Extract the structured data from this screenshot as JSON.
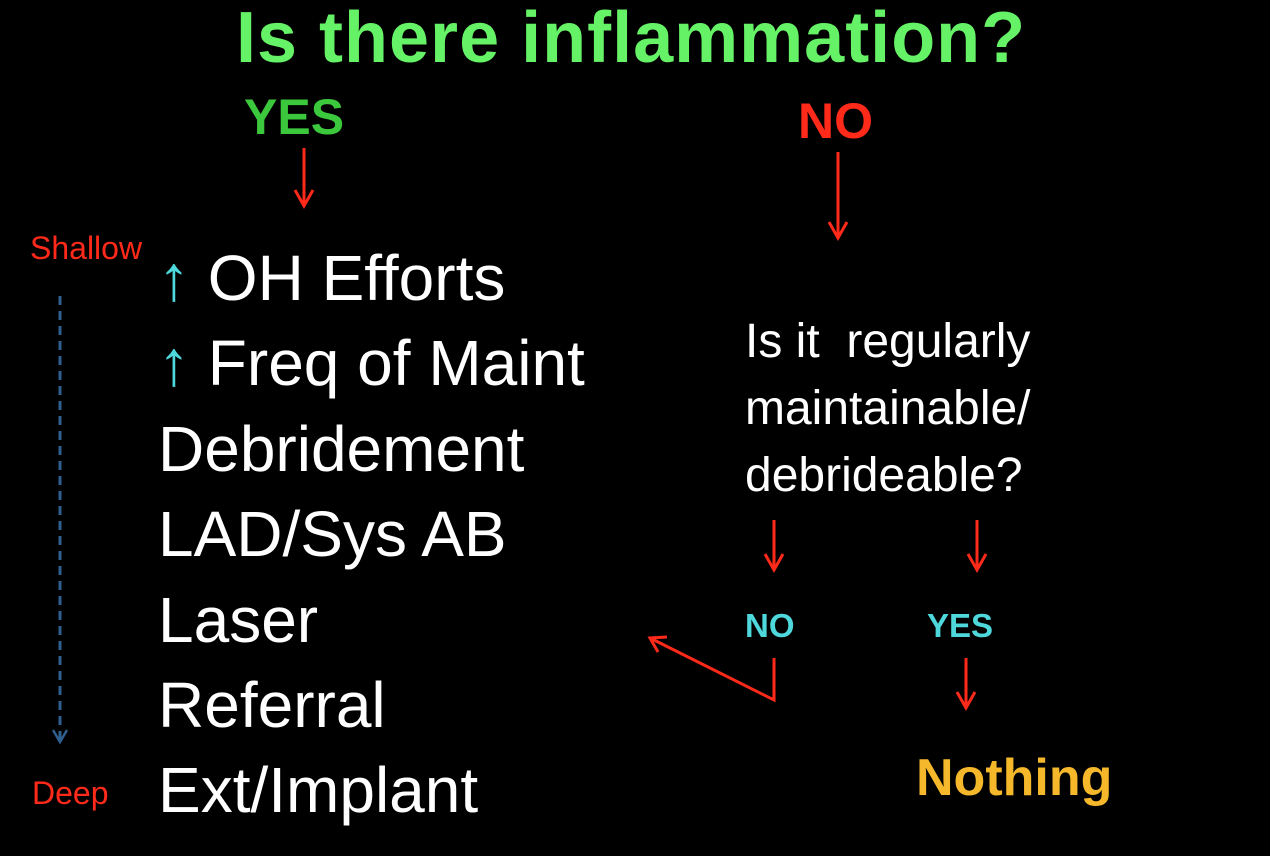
{
  "title": "Is there inflammation?",
  "branches": {
    "yes": "YES",
    "no": "NO"
  },
  "depth_scale": {
    "top": "Shallow",
    "bottom": "Deep"
  },
  "treatments": [
    {
      "prefix": "↑",
      "label": "OH Efforts"
    },
    {
      "prefix": "↑",
      "label": "Freq of Maint"
    },
    {
      "label": "Debridement"
    },
    {
      "label": "LAD/Sys AB"
    },
    {
      "label": "Laser"
    },
    {
      "label": "Referral"
    },
    {
      "label": "Ext/Implant"
    }
  ],
  "question": {
    "lines": [
      "Is it  regularly",
      "maintainable/",
      "debrideable?"
    ]
  },
  "sub_branches": {
    "no": "NO",
    "yes": "YES"
  },
  "outcome": "Nothing",
  "colors": {
    "title": "#66f266",
    "yes": "#3cc83c",
    "red": "#ff2a1a",
    "cyan": "#4fd8dc",
    "orange": "#f5b82a",
    "dashed": "#2e5f8f"
  }
}
